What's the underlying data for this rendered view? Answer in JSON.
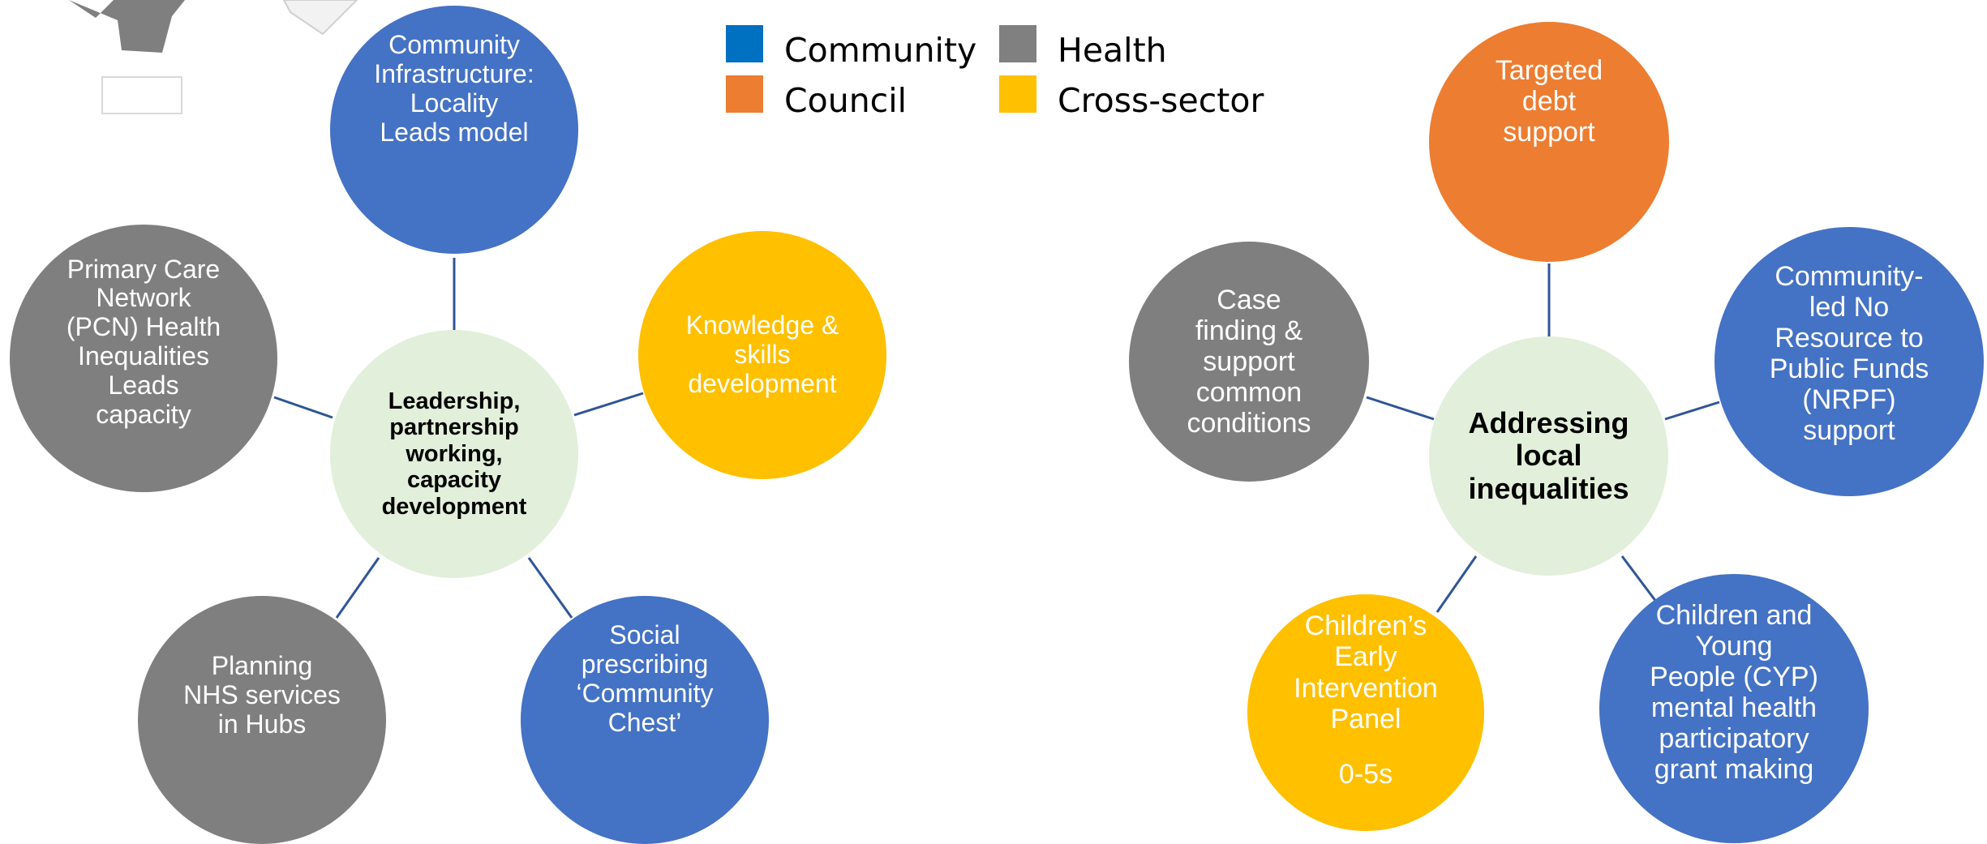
{
  "colors": {
    "community": "#4472C4",
    "council": "#ED7D31",
    "health": "#7F7F7F",
    "cross_sector": "#FFC000",
    "hub": "#E2EFDA",
    "connector": "#2F5597"
  },
  "legend": {
    "community": {
      "label": "Community",
      "color": "#0070C0"
    },
    "health": {
      "label": "Health",
      "color": "#808080"
    },
    "council": {
      "label": "Council",
      "color": "#ED7D31"
    },
    "cross_sector": {
      "label": "Cross-sector",
      "color": "#FFC000"
    }
  },
  "left_cluster": {
    "hub": "Leadership,\npartnership\nworking,\ncapacity\ndevelopment",
    "community_infrastructure": "Community\nInfrastructure:\nLocality\nLeads model",
    "knowledge_skills": "Knowledge &\nskills\ndevelopment",
    "social_prescribing": "Social\nprescribing\n‘Community\nChest’",
    "planning_nhs": "Planning\nNHS services\nin Hubs",
    "pcn_leads": "Primary Care\nNetwork\n(PCN) Health\nInequalities\nLeads\ncapacity"
  },
  "right_cluster": {
    "hub": "Addressing\nlocal\ninequalities",
    "targeted_debt": "Targeted\ndebt\nsupport",
    "nrpf_support": "Community-\nled No\nResource to\nPublic Funds\n(NRPF)\nsupport",
    "cyp_mental_health": "Children and\nYoung\nPeople (CYP)\nmental health\nparticipatory\ngrant making",
    "early_intervention": "Children’s\nEarly\nIntervention\nPanel",
    "early_intervention_age": "0-5s",
    "case_finding": "Case\nfinding &\nsupport\ncommon\nconditions"
  }
}
